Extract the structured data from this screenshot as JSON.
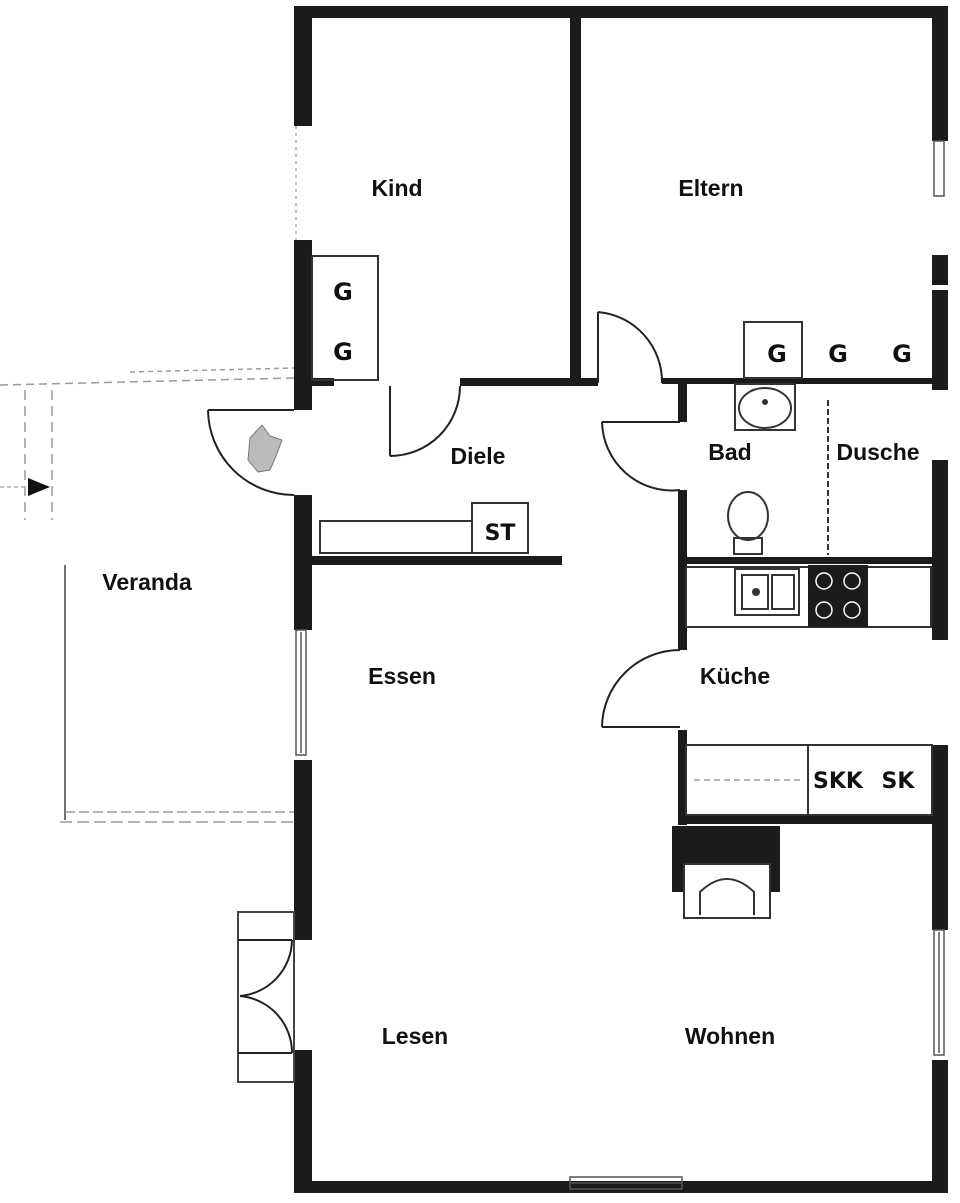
{
  "plan": {
    "colors": {
      "wall": "#1b1b1b",
      "thin": "#333333",
      "faint": "#9a9a9a",
      "paper": "#ffffff"
    },
    "rooms": {
      "kind": "Kind",
      "eltern": "Eltern",
      "diele": "Diele",
      "bad": "Bad",
      "dusche": "Dusche",
      "veranda": "Veranda",
      "essen": "Essen",
      "kueche": "Küche",
      "lesen": "Lesen",
      "wohnen": "Wohnen"
    },
    "fixtures": {
      "wardrobe_kind_1": "G",
      "wardrobe_kind_2": "G",
      "wardrobe_eltern_1": "G",
      "wardrobe_eltern_2": "G",
      "wardrobe_eltern_3": "G",
      "storage": "ST",
      "cabinet_1": "SKK",
      "cabinet_2": "SK"
    },
    "icons": [
      "entrance-arrow-icon",
      "stove-icon",
      "sink-icon",
      "toilet-icon",
      "fireplace-icon"
    ]
  }
}
